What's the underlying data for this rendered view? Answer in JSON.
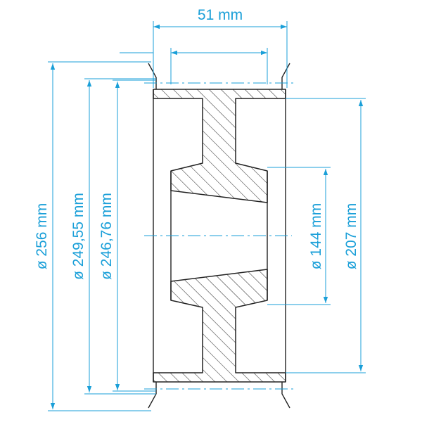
{
  "colors": {
    "dimension": "#1a9fd8",
    "outline": "#222222",
    "hatch": "#333333",
    "background": "#ffffff"
  },
  "dimensions": {
    "width": "51 mm",
    "outer_diameter": "ø 256 mm",
    "pitch_diameter": "ø 249,55 mm",
    "tooth_root_diameter": "ø 246,76 mm",
    "hub_diameter": "ø 144 mm",
    "flange_inner_diameter": "ø 207 mm"
  }
}
